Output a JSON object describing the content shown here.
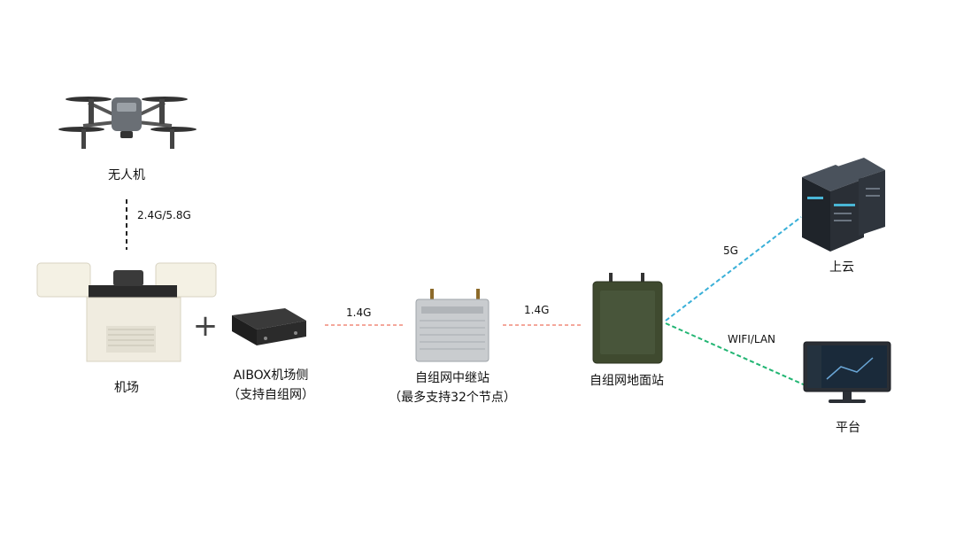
{
  "nodes": {
    "drone": {
      "label": "无人机"
    },
    "dock": {
      "label": "机场"
    },
    "aibox": {
      "label": "AIBOX机场侧",
      "sublabel": "（支持自组网）"
    },
    "relay": {
      "label": "自组网中继站",
      "sublabel": "（最多支持32个节点）"
    },
    "ground": {
      "label": "自组网地面站"
    },
    "cloud": {
      "label": "上云"
    },
    "platform": {
      "label": "平台"
    }
  },
  "links": {
    "drone_dock": {
      "label": "2.4G/5.8G",
      "color": "#222222"
    },
    "aibox_relay": {
      "label": "1.4G",
      "color": "#f08a7a"
    },
    "relay_ground": {
      "label": "1.4G",
      "color": "#f08a7a"
    },
    "ground_cloud": {
      "label": "5G",
      "color": "#3ab0d8"
    },
    "ground_platform": {
      "label": "WIFI/LAN",
      "color": "#22b573"
    }
  },
  "plus_symbol": "+",
  "colors": {
    "device_green": "#3f4a2f",
    "server_dark": "#2a2f36",
    "dock_body": "#f0ece0",
    "relay_metal": "#c9cccf"
  }
}
